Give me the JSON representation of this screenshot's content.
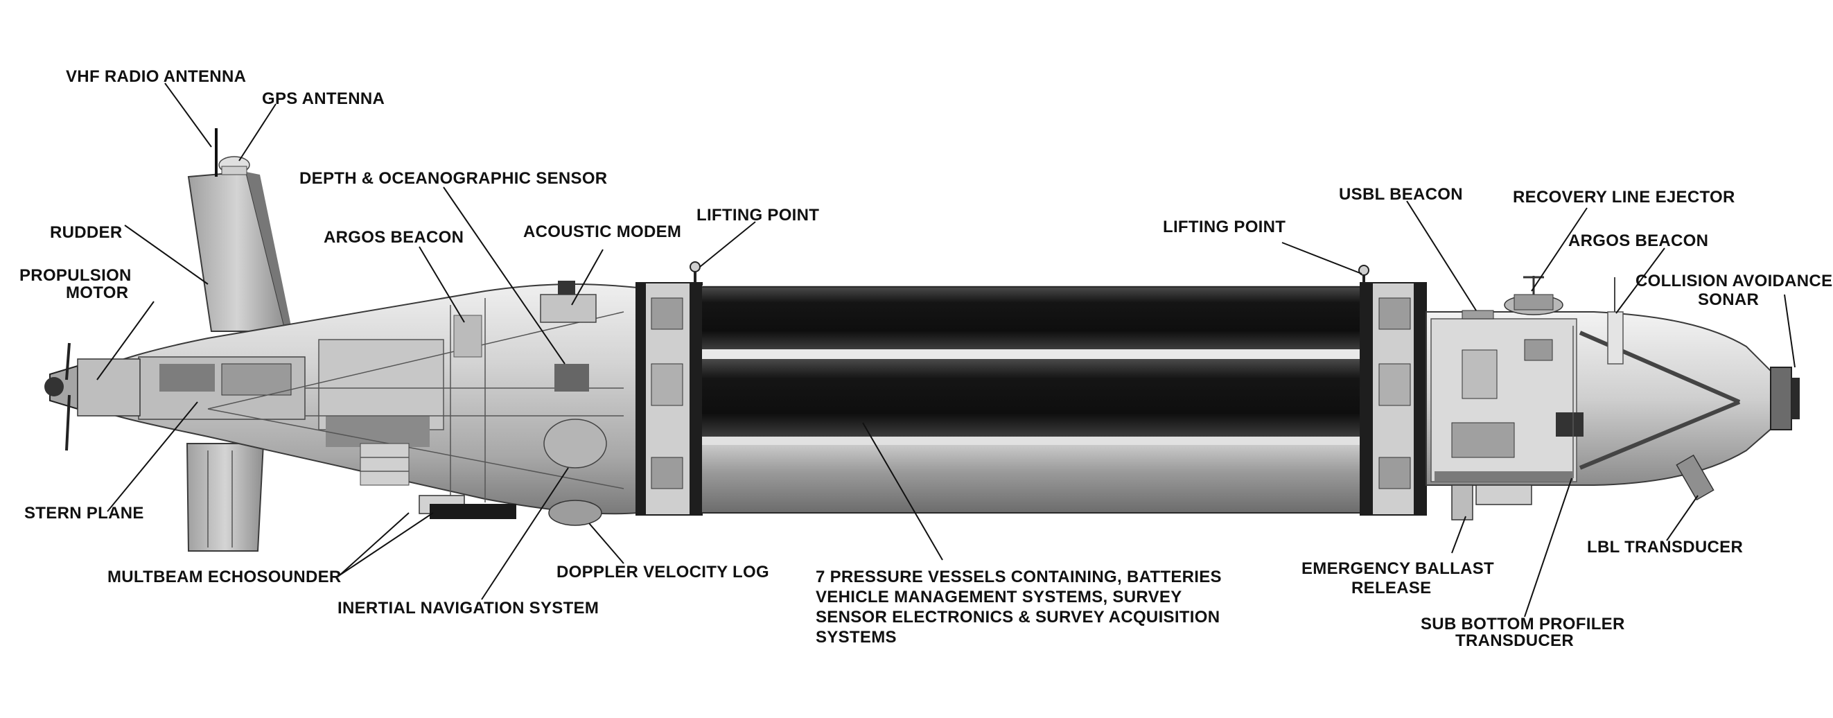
{
  "labels": {
    "vhf_radio_antenna": "VHF RADIO ANTENNA",
    "gps_antenna": "GPS ANTENNA",
    "depth_sensor": "DEPTH & OCEANOGRAPHIC SENSOR",
    "rudder": "RUDDER",
    "argos_beacon_aft": "ARGOS BEACON",
    "acoustic_modem": "ACOUSTIC MODEM",
    "lifting_point_aft": "LIFTING POINT",
    "propulsion_motor_1": "PROPULSION",
    "propulsion_motor_2": "MOTOR",
    "stern_plane": "STERN PLANE",
    "multibeam_echosounder": "MULTBEAM ECHOSOUNDER",
    "inertial_navigation": "INERTIAL NAVIGATION SYSTEM",
    "doppler_velocity_log": "DOPPLER VELOCITY LOG",
    "pressure_vessels_1": "7 PRESSURE VESSELS CONTAINING, BATTERIES",
    "pressure_vessels_2": "VEHICLE MANAGEMENT SYSTEMS, SURVEY",
    "pressure_vessels_3": "SENSOR ELECTRONICS & SURVEY ACQUISITION",
    "pressure_vessels_4": "SYSTEMS",
    "lifting_point_fwd": "LIFTING POINT",
    "usbl_beacon": "USBL BEACON",
    "recovery_line_ejector": "RECOVERY LINE EJECTOR",
    "argos_beacon_fwd": "ARGOS BEACON",
    "collision_avoidance_1": "COLLISION AVOIDANCE",
    "collision_avoidance_2": "SONAR",
    "lbl_transducer": "LBL TRANSDUCER",
    "emergency_ballast_1": "EMERGENCY BALLAST",
    "emergency_ballast_2": "RELEASE",
    "sub_bottom_1": "SUB BOTTOM PROFILER",
    "sub_bottom_2": "TRANSDUCER"
  },
  "colors": {
    "hull_light": "#d8d8d8",
    "hull_mid": "#a9a9a9",
    "hull_dark": "#5e5e5e",
    "vessel_dark": "#151515",
    "vessel_grey": "#8c8c8c",
    "frame_black": "#1e1e1e",
    "text": "#111111"
  }
}
